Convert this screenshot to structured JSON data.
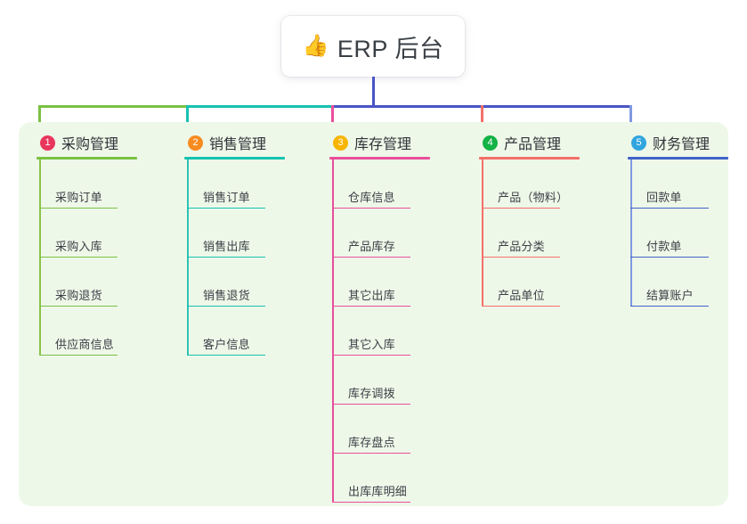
{
  "root": {
    "icon": "thumbs-up-icon",
    "icon_glyph": "👍",
    "title": "ERP 后台"
  },
  "palette": {
    "panel_bg": "#eef8e9",
    "page_bg": "#ffffff",
    "card_bg": "#ffffff",
    "bus_green": "#7ac143",
    "bus_teal": "#16c2b0",
    "bus_blue": "#4a55c4",
    "text": "#3b4046"
  },
  "connectors": {
    "root_drop_color": "#4a55c4",
    "bus_segments": [
      {
        "name": "bus-green",
        "color": "#7ac143"
      },
      {
        "name": "bus-teal",
        "color": "#16c2b0"
      },
      {
        "name": "bus-blue",
        "color": "#4a55c4"
      }
    ]
  },
  "columns": [
    {
      "index": "1",
      "title": "采购管理",
      "badge_color": "#e8365d",
      "rule_color": "#7ac143",
      "spine_color": "#8bc34a",
      "drop_color": "#7ac143",
      "items": [
        "采购订单",
        "采购入库",
        "采购退货",
        "供应商信息"
      ]
    },
    {
      "index": "2",
      "title": "销售管理",
      "badge_color": "#f68b1f",
      "rule_color": "#16c2b0",
      "spine_color": "#2fc2b5",
      "drop_color": "#16c2b0",
      "items": [
        "销售订单",
        "销售出库",
        "销售退货",
        "客户信息"
      ]
    },
    {
      "index": "3",
      "title": "库存管理",
      "badge_color": "#f7b500",
      "rule_color": "#e94f9b",
      "spine_color": "#e94f9b",
      "drop_color": "#e94f9b",
      "items": [
        "仓库信息",
        "产品库存",
        "其它出库",
        "其它入库",
        "库存调拨",
        "库存盘点",
        "出库库明细"
      ]
    },
    {
      "index": "4",
      "title": "产品管理",
      "badge_color": "#13b245",
      "rule_color": "#f4706a",
      "spine_color": "#f4706a",
      "drop_color": "#f4706a",
      "items": [
        "产品（物料）",
        "产品分类",
        "产品单位"
      ]
    },
    {
      "index": "5",
      "title": "财务管理",
      "badge_color": "#30a5de",
      "rule_color": "#3f63c8",
      "spine_color": "#7f9ae0",
      "drop_color": "#7f9ae0",
      "items": [
        "回款单",
        "付款单",
        "结算账户"
      ]
    }
  ]
}
